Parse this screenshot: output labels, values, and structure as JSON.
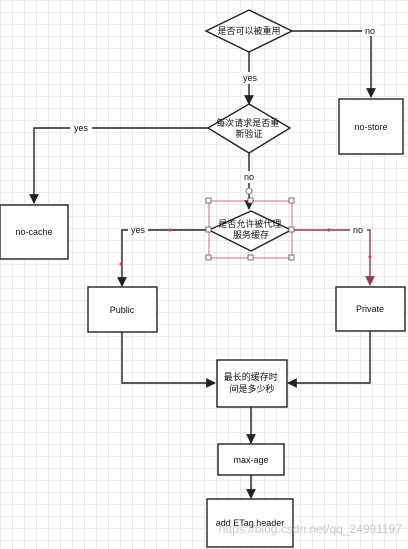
{
  "nodes": {
    "cacheable": [
      "是否可以被重用"
    ],
    "revalidate": [
      "每次请求是否重",
      "新验证"
    ],
    "proxy_cache": [
      "是否允许被代理",
      "服务缓存"
    ],
    "no_store": [
      "no-store"
    ],
    "no_cache": [
      "no-cache"
    ],
    "public": [
      "Public"
    ],
    "private": [
      "Private"
    ],
    "max_age_q": [
      "最长的缓存时",
      "间是多少秒"
    ],
    "max_age": [
      "max-age"
    ],
    "etag": [
      "add ETag header"
    ]
  },
  "edges": {
    "cacheable_no": "no",
    "cacheable_yes": "yes",
    "revalidate_yes": "yes",
    "revalidate_no": "no",
    "proxy_yes": "yes",
    "proxy_no": "no"
  },
  "watermark": "https://blog.csdn.net/qq_24991197",
  "colors": {
    "line": "#222222",
    "selection": "#c0506a",
    "handle": "#555555"
  }
}
